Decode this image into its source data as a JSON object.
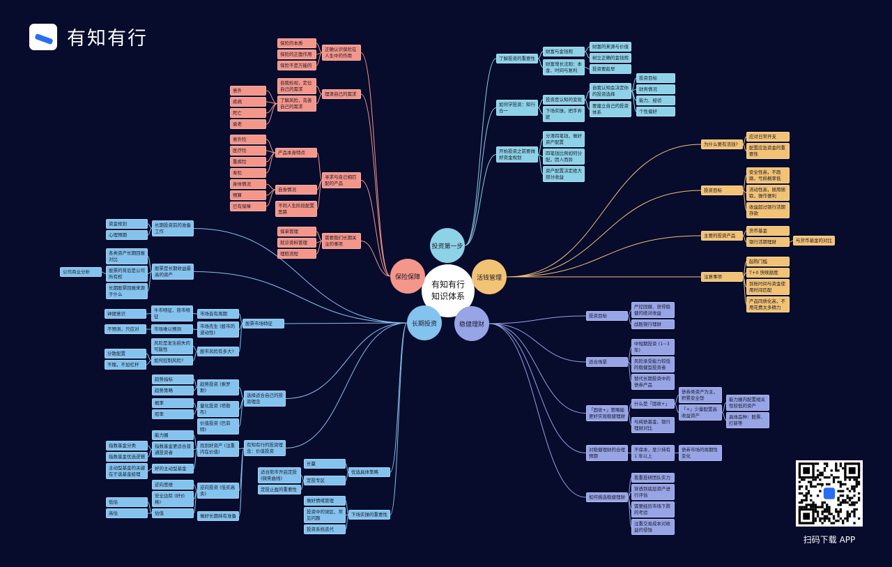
{
  "brand": {
    "name": "有知有行",
    "qr_label": "扫码下载 APP"
  },
  "center": {
    "line1": "有知有行",
    "line2": "知识体系"
  },
  "branches": {
    "I": "保险保障",
    "A": "投资第一步",
    "B": "活钱管理",
    "C": "稳健理财",
    "D": "长期投资"
  },
  "colors": {
    "background": "#070b2c",
    "insurance": "#f4968a",
    "first_step": "#8ed2e8",
    "cash": "#f2c275",
    "steady": "#97a4e6",
    "long_term": "#84c3ee"
  },
  "nodes": {
    "i1": "正确认识保险在人生中的作用",
    "i1a": "保险的本质",
    "i1b": "保险的正面作用",
    "i1c": "保险不是万能的",
    "i2": "理清自己的需求",
    "i2a": "自我检视，定位自己的需求",
    "i2b": "了解风险，完善自己的需求",
    "i2b1": "意外",
    "i2b2": "疾病",
    "i2b3": "死亡",
    "i2b4": "衰老",
    "i3": "寻求与自己相匹配的产品",
    "i3a": "产品本身特点",
    "i3a1": "意外险",
    "i3a2": "医疗险",
    "i3a3": "重疾险",
    "i3a4": "寿险",
    "i3b": "自身情况",
    "i3b1": "身体情况",
    "i3b2": "预算",
    "i3b3": "已有保障",
    "i3c": "不同人生阶段配置思路",
    "i4": "需要我们长期关注的事项",
    "i4a": "保单管理",
    "i4b": "就诊资料管理",
    "i4c": "理赔流程",
    "a1": "了解投资的重要性",
    "a1a": "财富与金钱观",
    "a1a1": "财富的来源与价值",
    "a1a2": "树立正确的金钱观",
    "a1b": "财富增长法则：本金、时间与复利",
    "a1b1": "投资要趁早",
    "a2": "如何学投资：知行合一",
    "a2a": "投资是认知的变现",
    "a2a1": "自我认知会决定你的投资选择",
    "a2a1a": "投资目标",
    "a2a1b": "财务情况",
    "a2a1c": "能力、经验",
    "a2a1d": "个性偏好",
    "a2a2": "要建立自己的投资体系",
    "a2b": "下场实操，把手弄脏",
    "a3": "开始投资之前要做好资金规划",
    "a3a": "分清四笔钱，做好资产配置",
    "a3b": "四笔钱比例如何分配，因人而异",
    "a3c": "资产配置决定绝大部分收益",
    "b1": "为什么要有活钱?",
    "b1a": "应对日常开支",
    "b1b": "配置应急资金的重要性",
    "b2": "投资目标",
    "b2a": "安全性高，不跑路，亏损概率低",
    "b2b": "流动性高，随用随取，操作便利",
    "b2c": "收益超过银行活期存款",
    "b3": "主要的投资产品",
    "b3a": "货币基金",
    "b3b": "银行活期理财",
    "b3b1": "与货币基金的对比",
    "b4": "注意事项",
    "b4a": "起购门槛",
    "b4b": "T+0 快赎额度",
    "b4c": "到账时间与资金使用时间匹配",
    "b4d": "产品同质化高，不用花费太多精力",
    "c1": "投资目标",
    "c1a": "严控回撤、获得稳健的绝对收益",
    "c1b": "战胜银行理财",
    "c2": "适合场景",
    "c2a": "中短期投资 (1~3 年)",
    "c2b": "风险承受能力较低的稳健型投资者",
    "c2c": "替代长期投资中的债券产品",
    "c3": "「固收+」策略能更好实现稳健理财",
    "c3a": "什么是「固收+」",
    "c3a1": "债券类资产为主，积累安全垫",
    "c3a2": "「+」少量配置高收益资产",
    "c3a2a": "能力圈内配置相关性较低的资产",
    "c3a2b": "具体品种：股票、打新等",
    "c3b": "与纯债基金、银行理财对比",
    "c4": "对稳健理财的合理预期",
    "c4a": "不保本，至少持有 1 年以上",
    "c4a1": "债券市场的周期性变化",
    "c5": "如何挑选稳健理财",
    "c5a": "看重投研团队实力",
    "c5b": "穿透到底层资产进行评估",
    "c5c": "需要经历市场下跌的考验",
    "c5d": "注重交易成本对收益的侵蚀",
    "d1": "长期投资前的准备工作",
    "d1a": "资金规划",
    "d1b": "心理预期",
    "d2": "股票是长期收益最高的资产",
    "d2a": "各类资产长期回报对比",
    "d2b": "股票的背后是公司所有权",
    "d2b1": "公司商业分析",
    "d2c": "长期股票回报来源于什么",
    "d3": "股票市场特征",
    "d3a": "市场皆有周期",
    "d3a1": "牛市特征、熊市特征",
    "d3a1a": "钟摆意识",
    "d3b": "市场先生 (股市的波动性)",
    "d3b1": "市场难以预测",
    "d3b1a": "不预测，只应对",
    "d3c": "股市风险有多大?",
    "d3c1": "风险是发生损失的可能性",
    "d3c2": "如何控制风险?",
    "d3c2a": "分散配置",
    "d3c2b": "不赌，不加杠杆",
    "d4": "选择适合自己的投资理念",
    "d4a": "趋势投资 (索罗斯)",
    "d4a1": "趋势指标",
    "d4a2": "趋势策略",
    "d4b": "量化投资 (塔勒布)",
    "d4b1": "概率",
    "d4b2": "赔率",
    "d4c": "价值投资 (巴菲特)",
    "d5": "有知有行的投资理念：价值投资",
    "d5a": "找到好资产 (注重内在价值)",
    "d5a1": "能力圈",
    "d5a2": "指数基金更适合普通投资者",
    "d5a2a": "指数基金分类",
    "d5a2b": "指数基金优选逻辑",
    "d5a3": "好的主动型基金",
    "d5a3a": "主动型基金的关键在于选基金经理",
    "d5b": "逆向投资 (低买高卖)",
    "d5b1": "逆向思维",
    "d5b2": "安全边际 (好价格)",
    "d5b3": "估值",
    "d5b3a": "低估",
    "d5b3b": "高估",
    "d5c": "做好长期持有准备",
    "d6": "优选具体策略",
    "d6a": "长赢",
    "d6b": "定投专区",
    "d6b1": "适合熊市开启定投 (微笑曲线)",
    "d6b2": "定投止盈的重要性",
    "d7": "下场实操的重要性",
    "d7a": "做好情绪管理",
    "d7b": "投资中的误区、常见问题",
    "d7c": "投资系统迭代"
  }
}
